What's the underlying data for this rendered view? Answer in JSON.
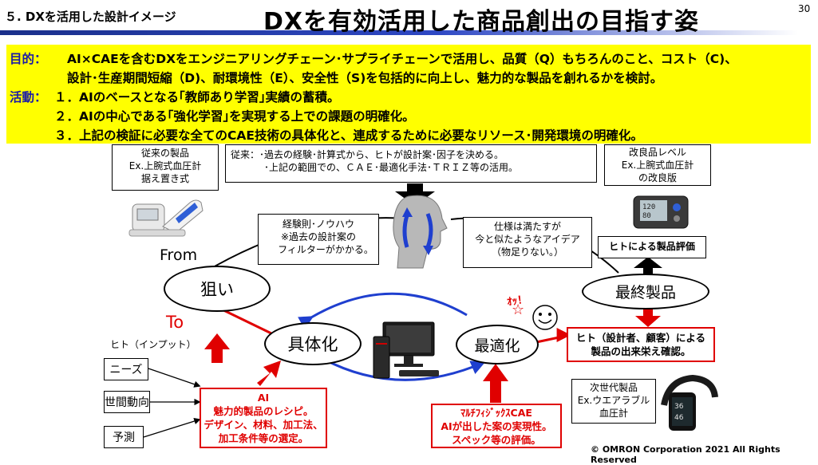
{
  "header": {
    "section": "５. DXを活用した設計イメージ",
    "title": "DXを有効活用した商品創出の目指す姿",
    "page_number": "30"
  },
  "summary": {
    "purpose_label": "目的：",
    "purpose_line1": "AI×CAEを含むDXをエンジニアリングチェーン･サプライチェーンで活用し、品質（Q）もちろんのこと、コスト（C)、",
    "purpose_line2": "設計･生産期間短縮（D)、耐環境性（E）、安全性（S)を包括的に向上し、魅力的な製品を創れるかを検討。",
    "activity_label": "活動：",
    "activity_1": "１．AIのベースとなる｢教師あり学習｣実績の蓄積。",
    "activity_2": "２．AIの中心である｢強化学習｣を実現する上での課題の明確化。",
    "activity_3": "３．上記の検証に必要な全てのCAE技術の具体化と、連成するために必要なリソース･開発環境の明確化。"
  },
  "conventional_product": {
    "line1": "従来の製品",
    "line2": "Ex.上腕式血圧計",
    "line3": "据え置き式"
  },
  "conventional_method": {
    "line1": "従来：･過去の経験･計算式から、ヒトが設計案･因子を決める。",
    "line2": "･上記の範囲での、ＣＡＥ･最適化手法･ＴＲＩＺ等の活用。"
  },
  "improved_product": {
    "line1": "改良品レベル",
    "line2": "Ex.上腕式血圧計",
    "line3": "の改良版"
  },
  "experience_box": {
    "line1": "経験則･ノウハウ",
    "line2": "※過去の設計案の",
    "line3": "フィルターがかかる。"
  },
  "spec_box": {
    "line1": "仕様は満たすが",
    "line2": "今と似たようなアイデア",
    "line3": "（物足りない。）"
  },
  "human_eval": "ヒトによる製品評価",
  "from_label": "From",
  "to_label": "To",
  "nodes": {
    "aim": "狙い",
    "concretize": "具体化",
    "optimize": "最適化",
    "final": "最終製品"
  },
  "ohh": "ｵｯ！",
  "human_check": {
    "line1": "ヒト（設計者、顧客）による",
    "line2": "製品の出来栄え確認。"
  },
  "inputs": {
    "label": "ヒト（インプット）",
    "needs": "ニーズ",
    "trend": "世間動向",
    "forecast": "予測"
  },
  "ai_box": {
    "title": "AI",
    "line1": "魅力的製品のレシピ。",
    "line2": "デザイン、材料、加工法、",
    "line3": "加工条件等の選定。"
  },
  "cae_box": {
    "title": "ﾏﾙﾁﾌｨｼﾞｯｸｽCAE",
    "line1": "AIが出した案の実現性。",
    "line2": "スペック等の評価。"
  },
  "next_product": {
    "line1": "次世代製品",
    "line2": "Ex.ウエアラブル",
    "line3": "血圧計"
  },
  "copyright": "© OMRON Corporation 2021 All Rights Reserved",
  "colors": {
    "accent_red": "#e00000",
    "accent_blue": "#1f3fcf",
    "highlight": "#ffff00",
    "title_bar": "#1a2f8a"
  },
  "icons": [
    "head-profile-icon",
    "desktop-computer-icon",
    "smiley-icon",
    "star-icon",
    "blood-pressure-monitor-icon",
    "wearable-band-icon"
  ]
}
